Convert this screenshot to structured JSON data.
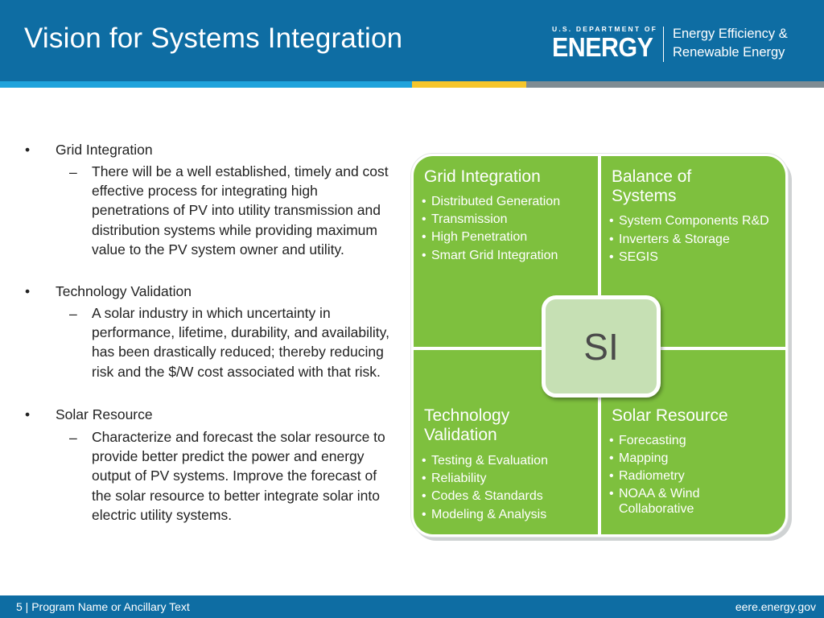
{
  "header": {
    "title": "Vision for Systems Integration",
    "logo_small": "U.S. DEPARTMENT OF",
    "logo_big": "ENERGY",
    "eere_line1": "Energy Efficiency &",
    "eere_line2": "Renewable Energy"
  },
  "colors": {
    "header_blue": "#0e6da3",
    "stripe_blue": "#1fa3dc",
    "stripe_yellow": "#f5c52b",
    "stripe_gray": "#7f8c93",
    "quadrant_green": "#7ec03e",
    "si_box": "#c6e0b4"
  },
  "bullets": [
    {
      "heading": "Grid Integration",
      "detail": "There will be a well established, timely and cost effective process for integrating high penetrations of PV into utility transmission and distribution systems while providing maximum value to the PV system owner and utility."
    },
    {
      "heading": "Technology Validation",
      "detail": "A solar industry in which uncertainty in performance, lifetime, durability, and availability, has been drastically reduced; thereby reducing risk and the $/W cost associated with that risk."
    },
    {
      "heading": "Solar Resource",
      "detail": "Characterize and forecast the solar resource to provide better predict the power and energy output of PV systems.  Improve the forecast of the solar resource to better integrate solar into electric utility systems."
    }
  ],
  "bullet_symbol": "•",
  "dash_symbol": "–",
  "diagram": {
    "center": "SI",
    "quadrants": {
      "top_left": {
        "title": "Grid Integration",
        "items": [
          "Distributed Generation",
          "Transmission",
          "High Penetration",
          "Smart Grid Integration"
        ]
      },
      "top_right": {
        "title": "Balance of Systems",
        "items": [
          "System Components R&D",
          "Inverters & Storage",
          "SEGIS"
        ]
      },
      "bottom_left": {
        "title": "Technology Validation",
        "items": [
          "Testing & Evaluation",
          "Reliability",
          "Codes & Standards",
          "Modeling & Analysis"
        ]
      },
      "bottom_right": {
        "title": "Solar Resource",
        "items": [
          "Forecasting",
          "Mapping",
          "Radiometry",
          "NOAA & Wind Collaborative"
        ]
      }
    }
  },
  "footer": {
    "left": "5 | Program Name or Ancillary Text",
    "right": "eere.energy.gov"
  }
}
